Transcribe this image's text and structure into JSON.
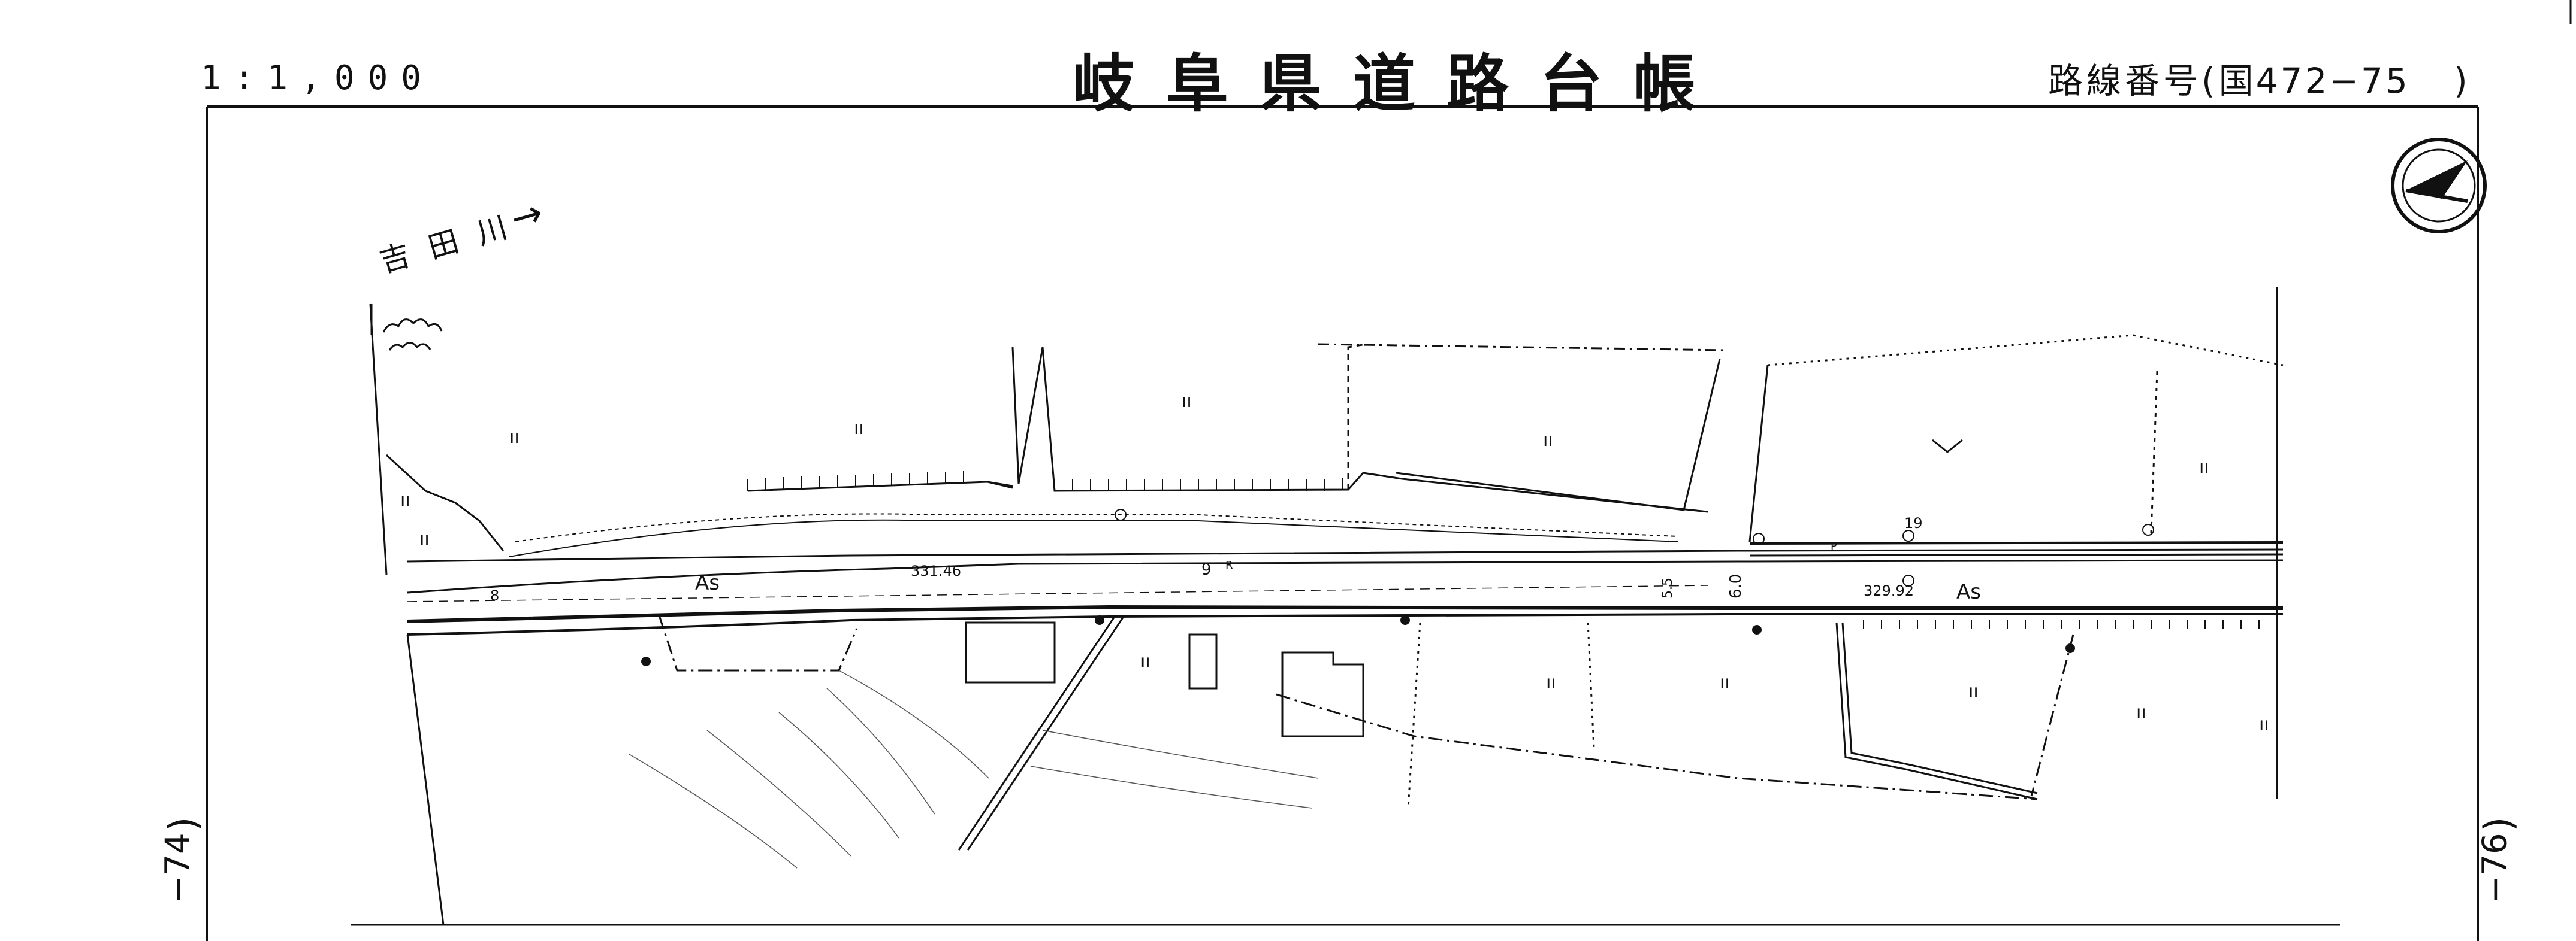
{
  "header": {
    "scale": "1:1,000",
    "title": "岐阜県道路台帳",
    "route_label": "路線番号",
    "route_number": "国472−75",
    "route_open": "(",
    "route_close": ")"
  },
  "margins": {
    "prev_sheet": "−74",
    "next_sheet": "−76",
    "paren": ")"
  },
  "map": {
    "river_label": "吉田川",
    "river_arrow": "→",
    "pavement_left": "As",
    "pavement_right": "As",
    "elevation_left": "331.46",
    "elevation_right": "329.92",
    "road_width_1": "5.5",
    "road_width_2": "6.0",
    "point_9": "9",
    "point_r": "R",
    "point_19": "19",
    "point_p": "P",
    "point_8": "8",
    "crop_symbol": "ıı",
    "field_symbol": "ıı"
  }
}
